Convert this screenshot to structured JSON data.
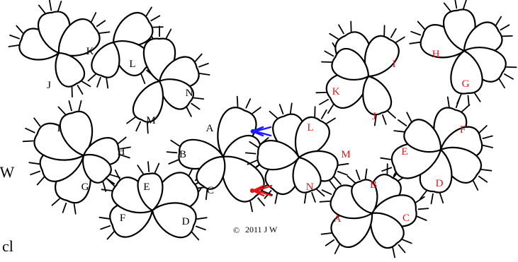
{
  "left_motif": {
    "label_color": "#000000",
    "labels": [
      "A",
      "B",
      "C",
      "D",
      "E",
      "F",
      "G",
      "H",
      "I",
      "J",
      "K",
      "L",
      "M",
      "N"
    ]
  },
  "right_motif": {
    "label_color": "#e8141b",
    "labels": [
      "A",
      "B",
      "C",
      "D",
      "E",
      "F",
      "G",
      "H",
      "I",
      "J",
      "K",
      "L",
      "M",
      "N"
    ]
  },
  "joins": {
    "top_color": "#1a1aff",
    "bottom_color": "#e8141b"
  },
  "edge_text": {
    "line1": ".W",
    "line2": "cl"
  },
  "copyright": {
    "symbol": "©",
    "text": "2011 J W"
  }
}
